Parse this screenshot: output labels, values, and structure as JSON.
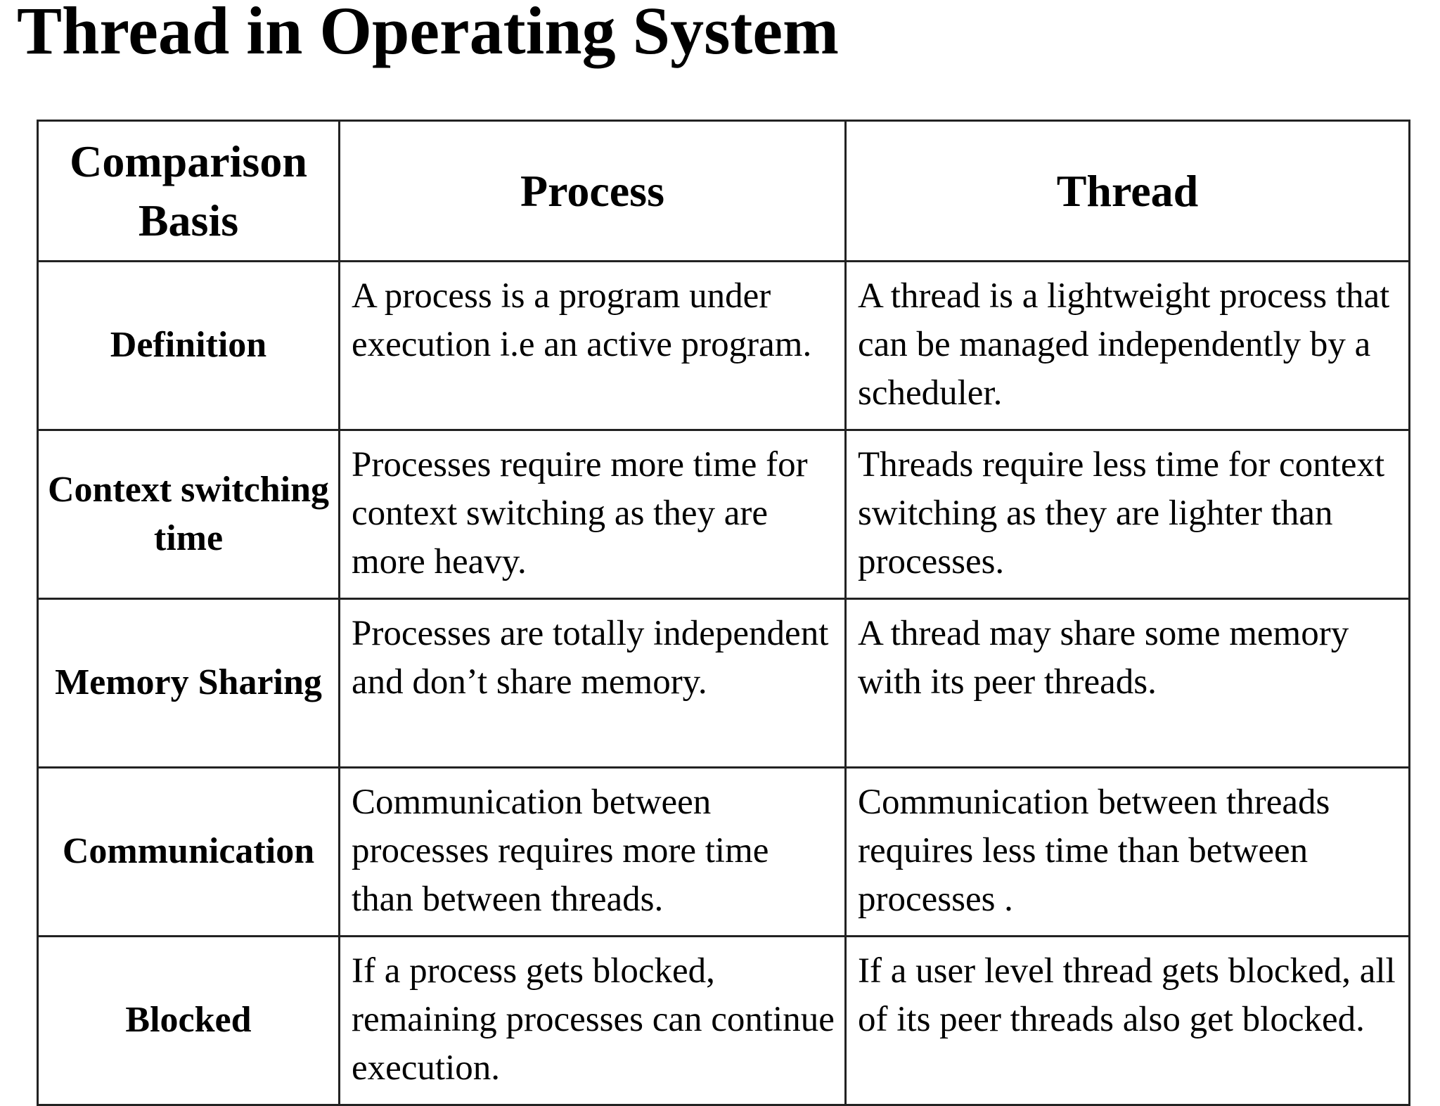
{
  "title": "Thread in Operating System",
  "table": {
    "headers": {
      "basis": "Comparison Basis",
      "process": "Process",
      "thread": "Thread"
    },
    "rows": [
      {
        "basis": "Definition",
        "process": "A process is a program under execution i.e an active program.",
        "thread": "A thread is a lightweight process that can be managed independently by a scheduler."
      },
      {
        "basis": "Context switching time",
        "process": "Processes require more time for context switching as they are more heavy.",
        "thread": "Threads require less time for context switching as they are lighter than processes."
      },
      {
        "basis": "Memory Sharing",
        "process": "Processes are totally independent and don’t share memory.",
        "thread": "A thread may share some memory with its peer threads."
      },
      {
        "basis": "Communication",
        "process": "Communication between processes requires more time than between threads.",
        "thread": "Communication between threads requires less time than between processes ."
      },
      {
        "basis": "Blocked",
        "process": "If a process gets blocked, remaining processes can continue execution.",
        "thread": "If a user level thread gets blocked, all of its peer threads also get blocked."
      }
    ]
  }
}
